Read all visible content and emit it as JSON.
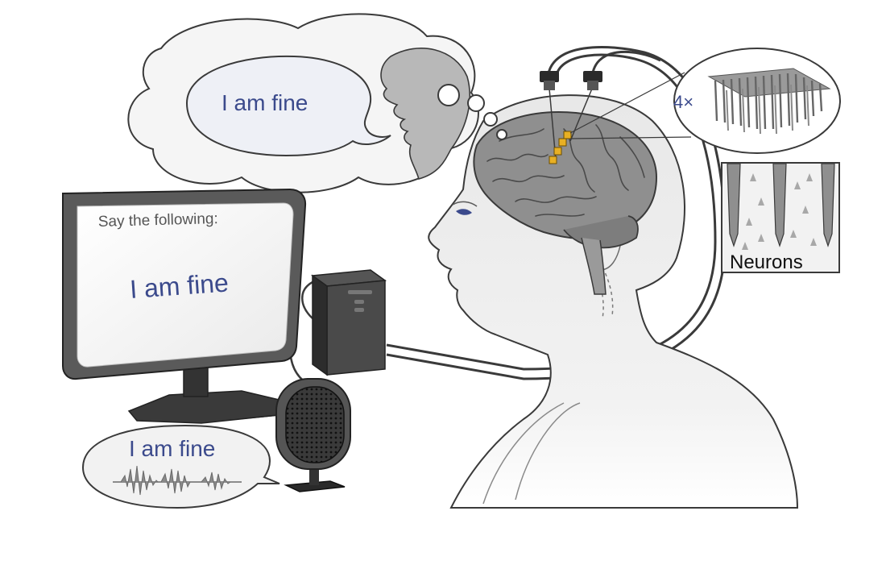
{
  "thought_bubble": {
    "text": "I am fine"
  },
  "monitor": {
    "instruction": "Say the following:",
    "sentence": "I am fine"
  },
  "speech_bubble": {
    "text": "I am fine"
  },
  "magnification": {
    "label": "4×"
  },
  "neurons_inset": {
    "label": "Neurons"
  },
  "colors": {
    "text_blue": "#3b4a8c",
    "electrode_gold": "#e8b024",
    "brain_gray": "#8f8f8f",
    "outline": "#3a3a3a"
  }
}
